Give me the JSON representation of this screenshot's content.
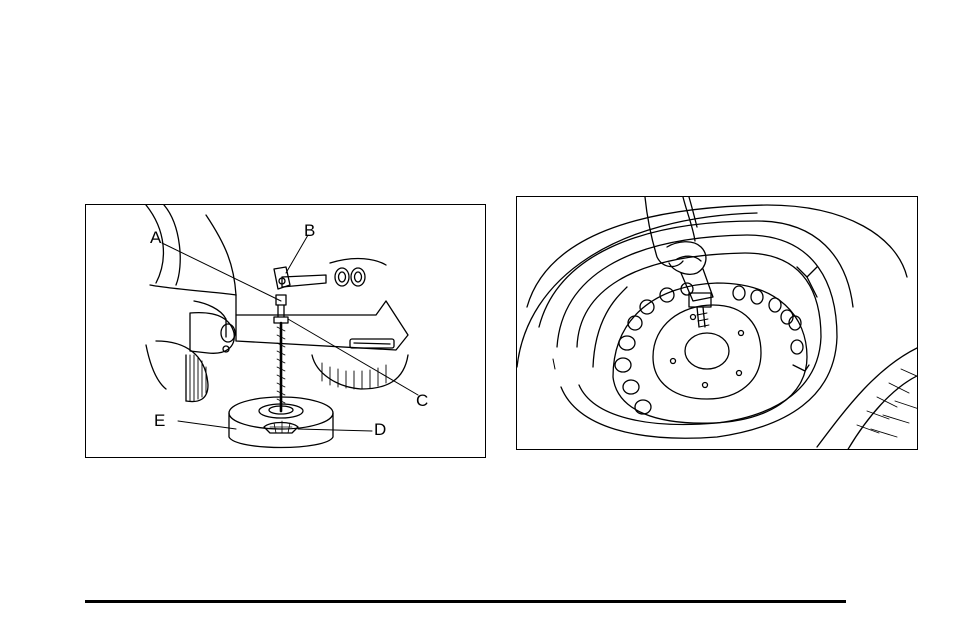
{
  "figure_left": {
    "callouts": {
      "a": "A",
      "b": "B",
      "c": "C",
      "d": "D",
      "e": "E"
    }
  },
  "figure_right": {}
}
